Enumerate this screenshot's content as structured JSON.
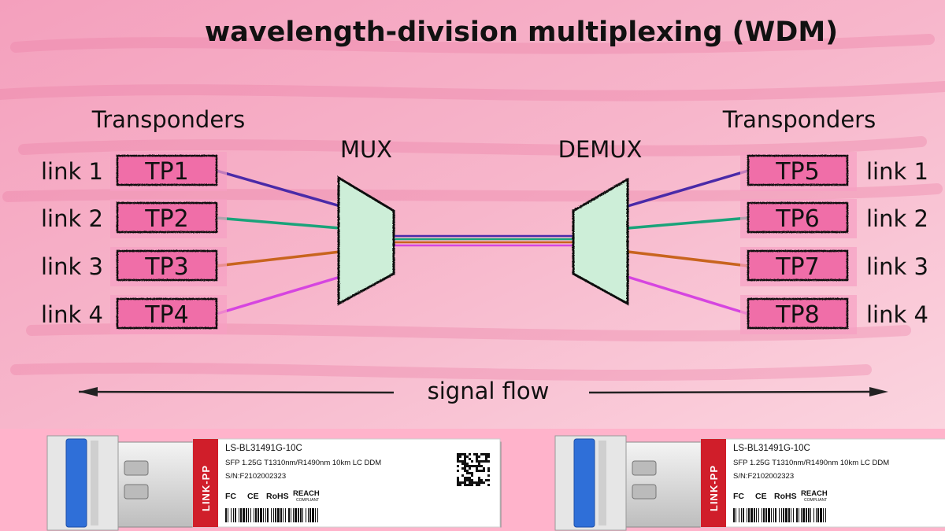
{
  "title": "wavelength-division multiplexing (WDM)",
  "left_header": "Transponders",
  "right_header": "Transponders",
  "mux_label": "MUX",
  "demux_label": "DEMUX",
  "signal_flow": "signal flow",
  "left_links": [
    {
      "link": "link 1",
      "tp": "TP1",
      "color": "#4a2aa8"
    },
    {
      "link": "link 2",
      "tp": "TP2",
      "color": "#1aa37a"
    },
    {
      "link": "link 3",
      "tp": "TP3",
      "color": "#c8641e"
    },
    {
      "link": "link 4",
      "tp": "TP4",
      "color": "#d645e0"
    }
  ],
  "right_links": [
    {
      "link": "link 1",
      "tp": "TP5",
      "color": "#4a2aa8"
    },
    {
      "link": "link 2",
      "tp": "TP6",
      "color": "#1aa37a"
    },
    {
      "link": "link 3",
      "tp": "TP7",
      "color": "#c8641e"
    },
    {
      "link": "link 4",
      "tp": "TP8",
      "color": "#d645e0"
    }
  ],
  "colors": {
    "tp_fill": "#f06ea8",
    "mux_fill": "#cdeed8",
    "brand_red": "#d01e2a",
    "latch_blue": "#2f6fd8"
  },
  "sfp_modules": [
    {
      "brand": "LINK-PP",
      "model": "LS-BL31491G-10C",
      "spec": "SFP 1.25G T1310nm/R1490nm 10km LC DDM",
      "serial": "S/N:F2102002323",
      "cert_fc": "FC",
      "cert_ce": "CE",
      "cert_rohs": "RoHS",
      "cert_reach": "REACH",
      "cert_reach_sub": "COMPLIANT"
    },
    {
      "brand": "LINK-PP",
      "model": "LS-BL31491G-10C",
      "spec": "SFP 1.25G T1310nm/R1490nm 10km LC DDM",
      "serial": "S/N:F2102002323",
      "cert_fc": "FC",
      "cert_ce": "CE",
      "cert_rohs": "RoHS",
      "cert_reach": "REACH",
      "cert_reach_sub": "COMPLIANT"
    }
  ]
}
